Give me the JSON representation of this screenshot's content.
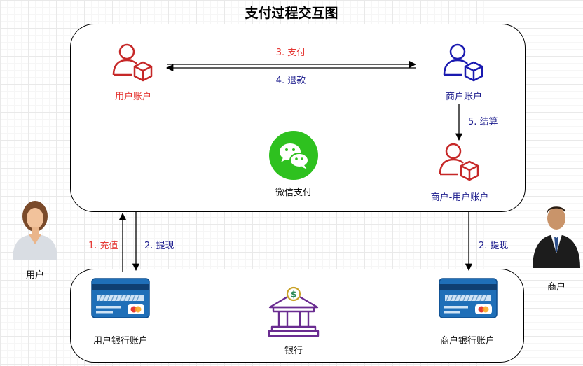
{
  "title": "支付过程交互图",
  "accounts": {
    "user_account": "用户账户",
    "merchant_account": "商户账户",
    "merchant_user_account": "商户-用户账户",
    "user_bank_account": "用户银行账户",
    "merchant_bank_account": "商户银行账户"
  },
  "platform": {
    "wechat_pay": "微信支付",
    "bank": "银行"
  },
  "actors": {
    "user": "用户",
    "merchant": "商户"
  },
  "flows": {
    "pay": "3. 支付",
    "refund": "4. 退款",
    "settle": "5. 结算",
    "recharge": "1. 充值",
    "withdraw_user": "2. 提现",
    "withdraw_merchant": "2. 提现"
  },
  "colors": {
    "red": "#e53935",
    "blue": "#1a1a8c",
    "wechat_green": "#2ec11f",
    "bank_purple": "#6a2c91",
    "card_blue": "#1f6fb8"
  }
}
